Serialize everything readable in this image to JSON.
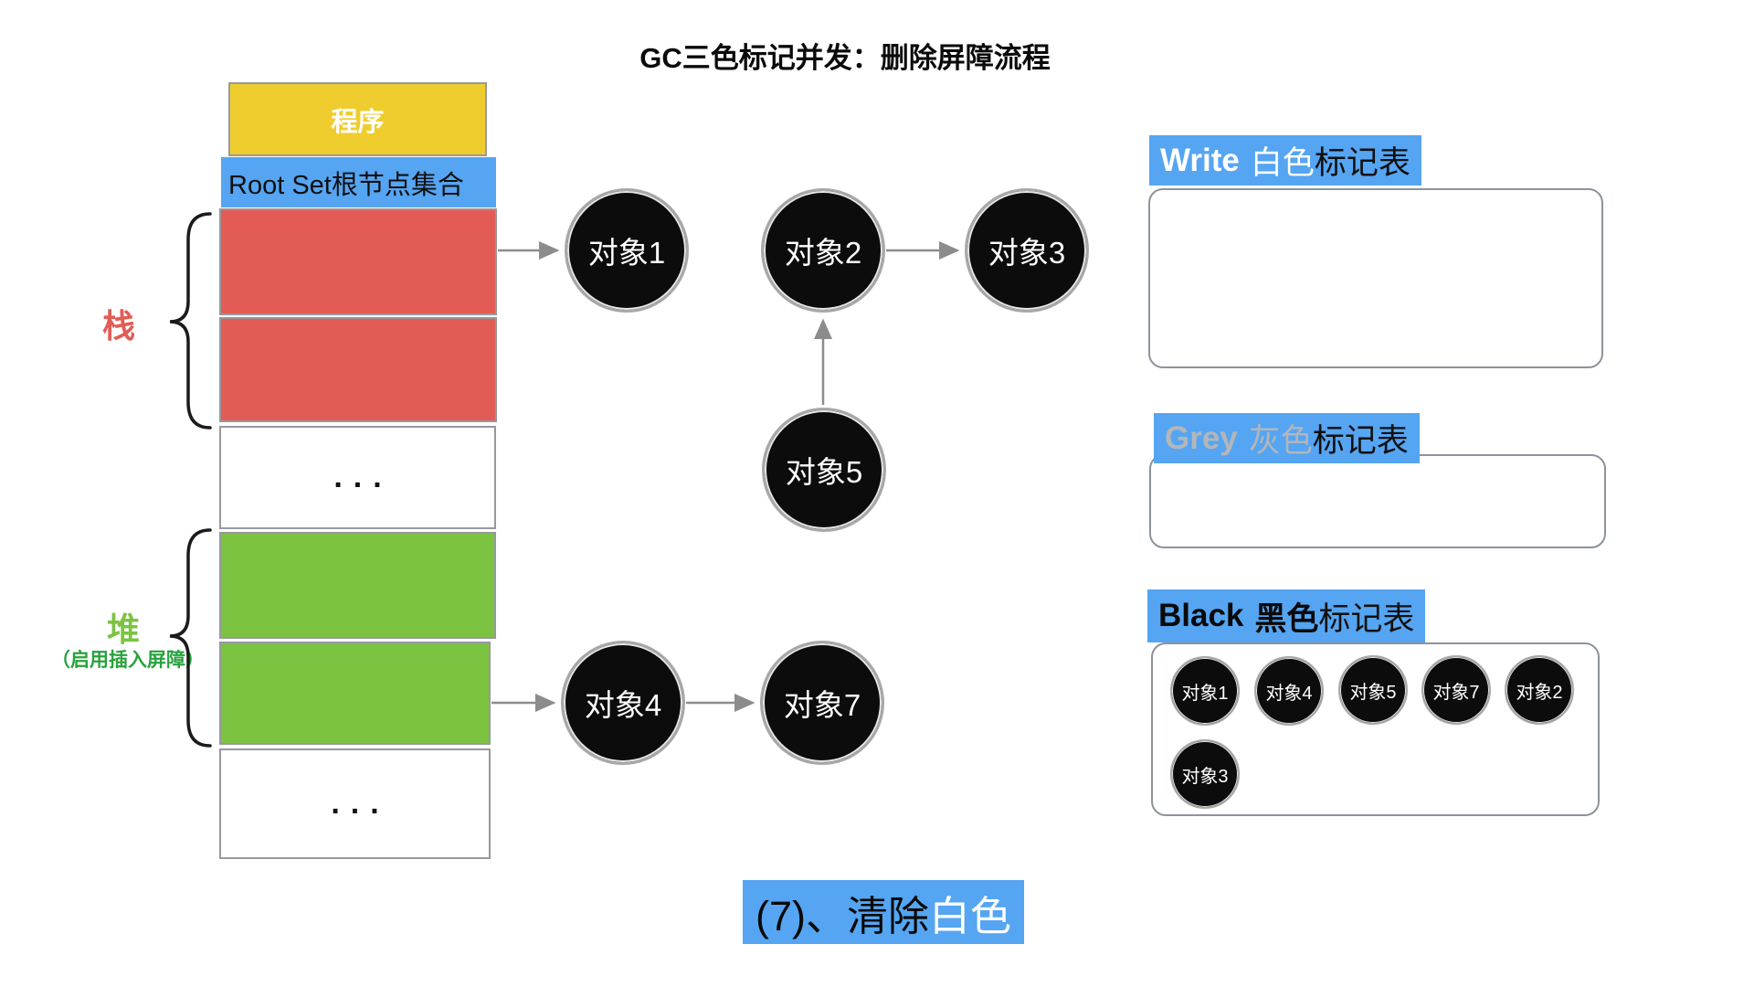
{
  "title": "GC三色标记并发：删除屏障流程",
  "memory_column": {
    "program": "程序",
    "root_set": "Root Set根节点集合",
    "ellipsis_top": "...",
    "ellipsis_bottom": "..."
  },
  "region_labels": {
    "stack": "栈",
    "heap": "堆",
    "heap_note": "（启用插入屏障）"
  },
  "graph": {
    "node1": "对象1",
    "node2": "对象2",
    "node3": "对象3",
    "node5": "对象5",
    "node4": "对象4",
    "node7": "对象7"
  },
  "tables": {
    "white": {
      "en": "Write",
      "color_word": "白色",
      "suffix": "标记表",
      "items": []
    },
    "grey": {
      "en": "Grey",
      "color_word": "灰色",
      "suffix": "标记表",
      "items": []
    },
    "black": {
      "en": "Black",
      "color_word": "黑色",
      "suffix": "标记表",
      "items": [
        "对象1",
        "对象4",
        "对象5",
        "对象7",
        "对象2",
        "对象3"
      ]
    }
  },
  "caption": {
    "prefix": "(7)、清除",
    "highlight": "白色"
  },
  "colors": {
    "blue": "#55A5F2",
    "yellow": "#F0CD2F",
    "red": "#E25C55",
    "green": "#7CC342",
    "heap_note_green": "#27A23C",
    "arrow_grey": "#8C8C8C",
    "node_black": "#0C0C0C"
  }
}
